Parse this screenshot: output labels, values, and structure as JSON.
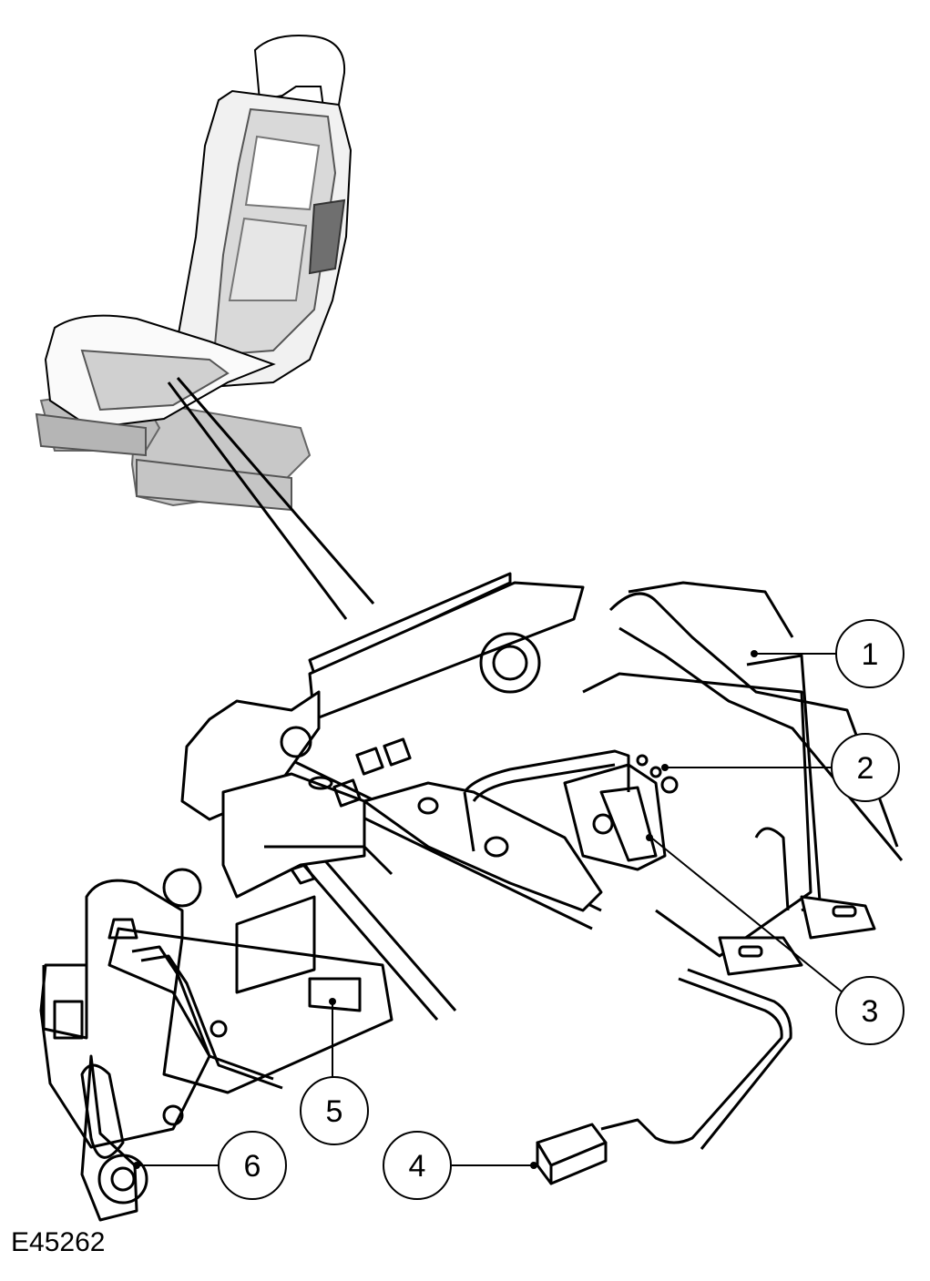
{
  "figure_id": "E45262",
  "callouts": [
    {
      "id": "1",
      "label": "1"
    },
    {
      "id": "2",
      "label": "2"
    },
    {
      "id": "3",
      "label": "3"
    },
    {
      "id": "4",
      "label": "4"
    },
    {
      "id": "5",
      "label": "5"
    },
    {
      "id": "6",
      "label": "6"
    }
  ],
  "colors": {
    "line": "#000000",
    "seat_fill": "#c8c8c8",
    "background": "#ffffff"
  }
}
